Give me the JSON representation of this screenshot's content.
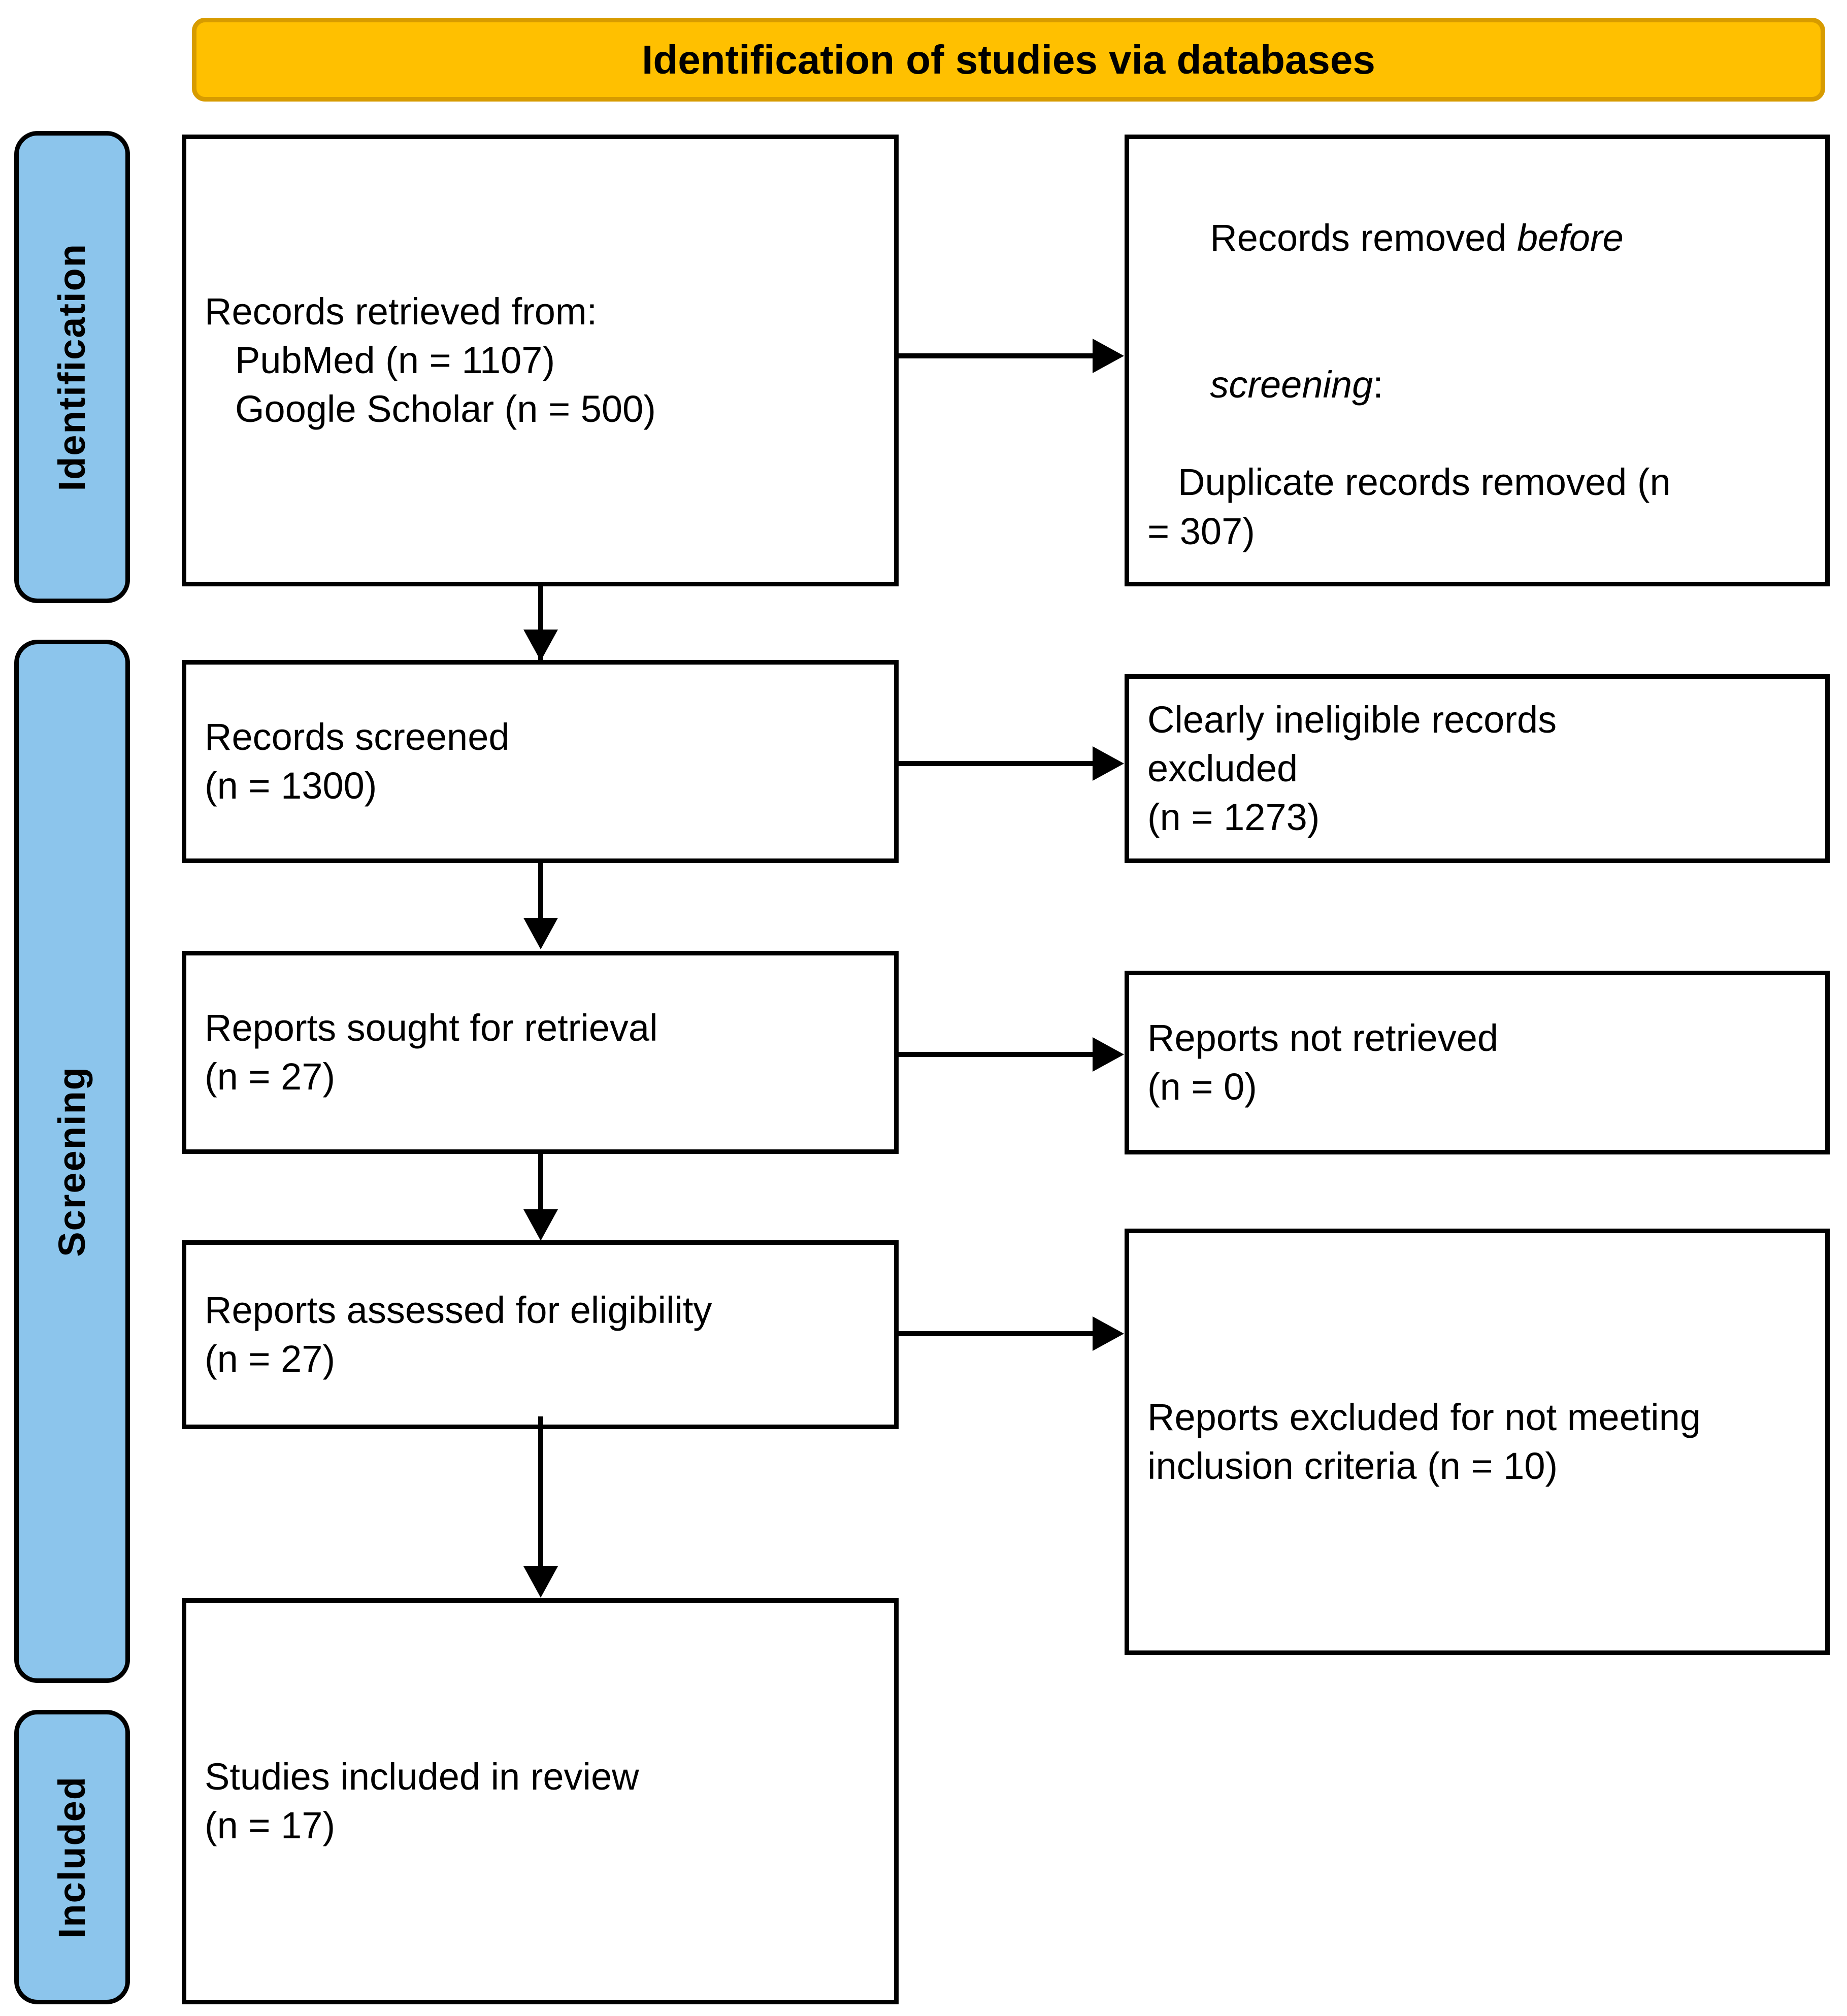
{
  "diagram": {
    "type": "PRISMA flow diagram",
    "banner": {
      "title": "Identification of studies via databases"
    },
    "colors": {
      "banner_fill": "#FFC000",
      "banner_border": "#D79B00",
      "phase_fill": "#8CC5EC",
      "stroke": "#000000",
      "box_fill": "#FFFFFF"
    },
    "phases": [
      {
        "label": "Identification"
      },
      {
        "label": "Screening"
      },
      {
        "label": "Included"
      }
    ],
    "boxes": {
      "records_retrieved": {
        "line1": "Records retrieved from:",
        "line2": "PubMed (n = 1107)",
        "line3": "Google Scholar (n = 500)"
      },
      "records_removed": {
        "line1_a": "Records removed ",
        "line1_italic": "before",
        "line2_italic": "screening",
        "line2_b": ":",
        "line3": "Duplicate records removed (n",
        "line4": "= 307)"
      },
      "records_screened": {
        "line1": "Records screened",
        "line2": "(n = 1300)"
      },
      "ineligible_excluded": {
        "line1": "Clearly ineligible records",
        "line2": "excluded",
        "line3": "(n = 1273)"
      },
      "reports_sought": {
        "line1": "Reports sought for retrieval",
        "line2": "(n = 27)"
      },
      "reports_not_retrieved": {
        "line1": "Reports not retrieved",
        "line2": "(n = 0)"
      },
      "reports_assessed": {
        "line1": "Reports assessed for eligibility",
        "line2": "(n = 27)"
      },
      "reports_excluded": {
        "line1": "Reports excluded for not meeting",
        "line2": "inclusion criteria (n = 10)"
      },
      "studies_included": {
        "line1": "Studies included in review",
        "line2": "(n = 17)"
      }
    },
    "counts": {
      "pubmed": 1107,
      "google_scholar": 500,
      "duplicates_removed": 307,
      "records_screened": 1300,
      "ineligible_excluded": 1273,
      "reports_sought": 27,
      "reports_not_retrieved": 0,
      "reports_assessed": 27,
      "reports_excluded": 10,
      "studies_included": 17
    }
  }
}
